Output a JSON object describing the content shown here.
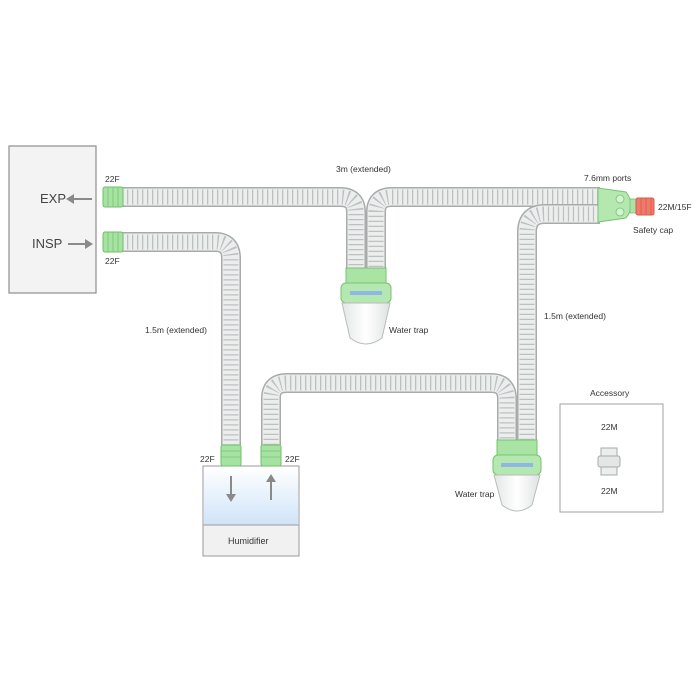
{
  "labels": {
    "exp": "EXP",
    "insp": "INSP",
    "port_exp_22f": "22F",
    "port_insp_22f": "22F",
    "tube_top": "3m (extended)",
    "ports_76": "7.6mm ports",
    "cap_size": "22M/15F",
    "safety_cap": "Safety cap",
    "tube_left": "1.5m (extended)",
    "tube_right": "1.5m (extended)",
    "water_trap_1": "Water trap",
    "water_trap_2": "Water trap",
    "hum_left_22f": "22F",
    "hum_right_22f": "22F",
    "humidifier": "Humidifier",
    "accessory_title": "Accessory",
    "accessory_top": "22M",
    "accessory_bottom": "22M"
  },
  "colors": {
    "tube": "#e9ebeb",
    "tube_rib": "#b9bdbd",
    "connector_green": "#8fd88c",
    "safety_cap": "#f07a6a",
    "ventilator_fill": "#f3f3f3",
    "water_fill": "#dcebf9"
  }
}
